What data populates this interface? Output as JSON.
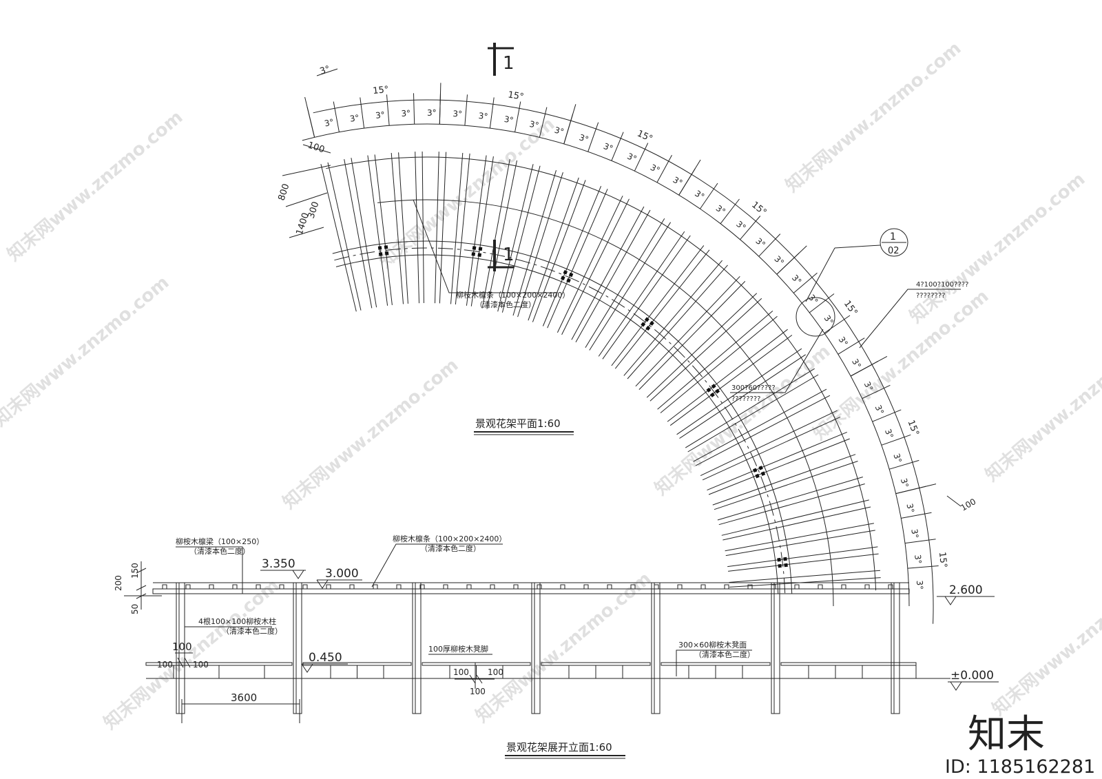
{
  "plan": {
    "title": "景观花架平面1:60",
    "section_mark": "1",
    "purlin_note_1": "柳桉木檩条（100×200×2400）",
    "purlin_note_2": "（清漆本色二度）",
    "right_note_a1": "4?100?100????",
    "right_note_a2": "????????",
    "right_note_b1": "300?60?????",
    "right_note_b2": "????????",
    "detail_top": "1",
    "detail_bottom": "02",
    "angle_small": "3°",
    "angle_big": "15°",
    "dim_100": "100",
    "dim_800": "800",
    "dim_300": "300",
    "dim_1400": "1400"
  },
  "elevation": {
    "title": "景观花架展开立面1:60",
    "beam_note_1": "柳桉木檩梁（100×250）",
    "beam_note_2": "（清漆本色二度）",
    "purlin_note_1": "柳桉木檩条（100×200×2400）",
    "purlin_note_2": "（清漆本色二度）",
    "column_note_1": "4根100×100柳桉木柱",
    "column_note_2": "（清漆本色二度）",
    "bench_leg_note": "100厚柳桉木凳脚",
    "bench_top_note_1": "300×60柳桉木凳面",
    "bench_top_note_2": "（清漆本色二度）",
    "lv_3350": "3.350",
    "lv_3000": "3.000",
    "lv_2600": "2.600",
    "lv_0450": "0.450",
    "lv_0000": "±0.000",
    "dim_200": "200",
    "dim_150": "150",
    "dim_50": "50",
    "dim_100": "100",
    "dim_3600": "3600"
  },
  "brand": {
    "logo": "知末",
    "id_label": "ID: 1185162281",
    "watermark": "知末网www.znzmo.com"
  }
}
